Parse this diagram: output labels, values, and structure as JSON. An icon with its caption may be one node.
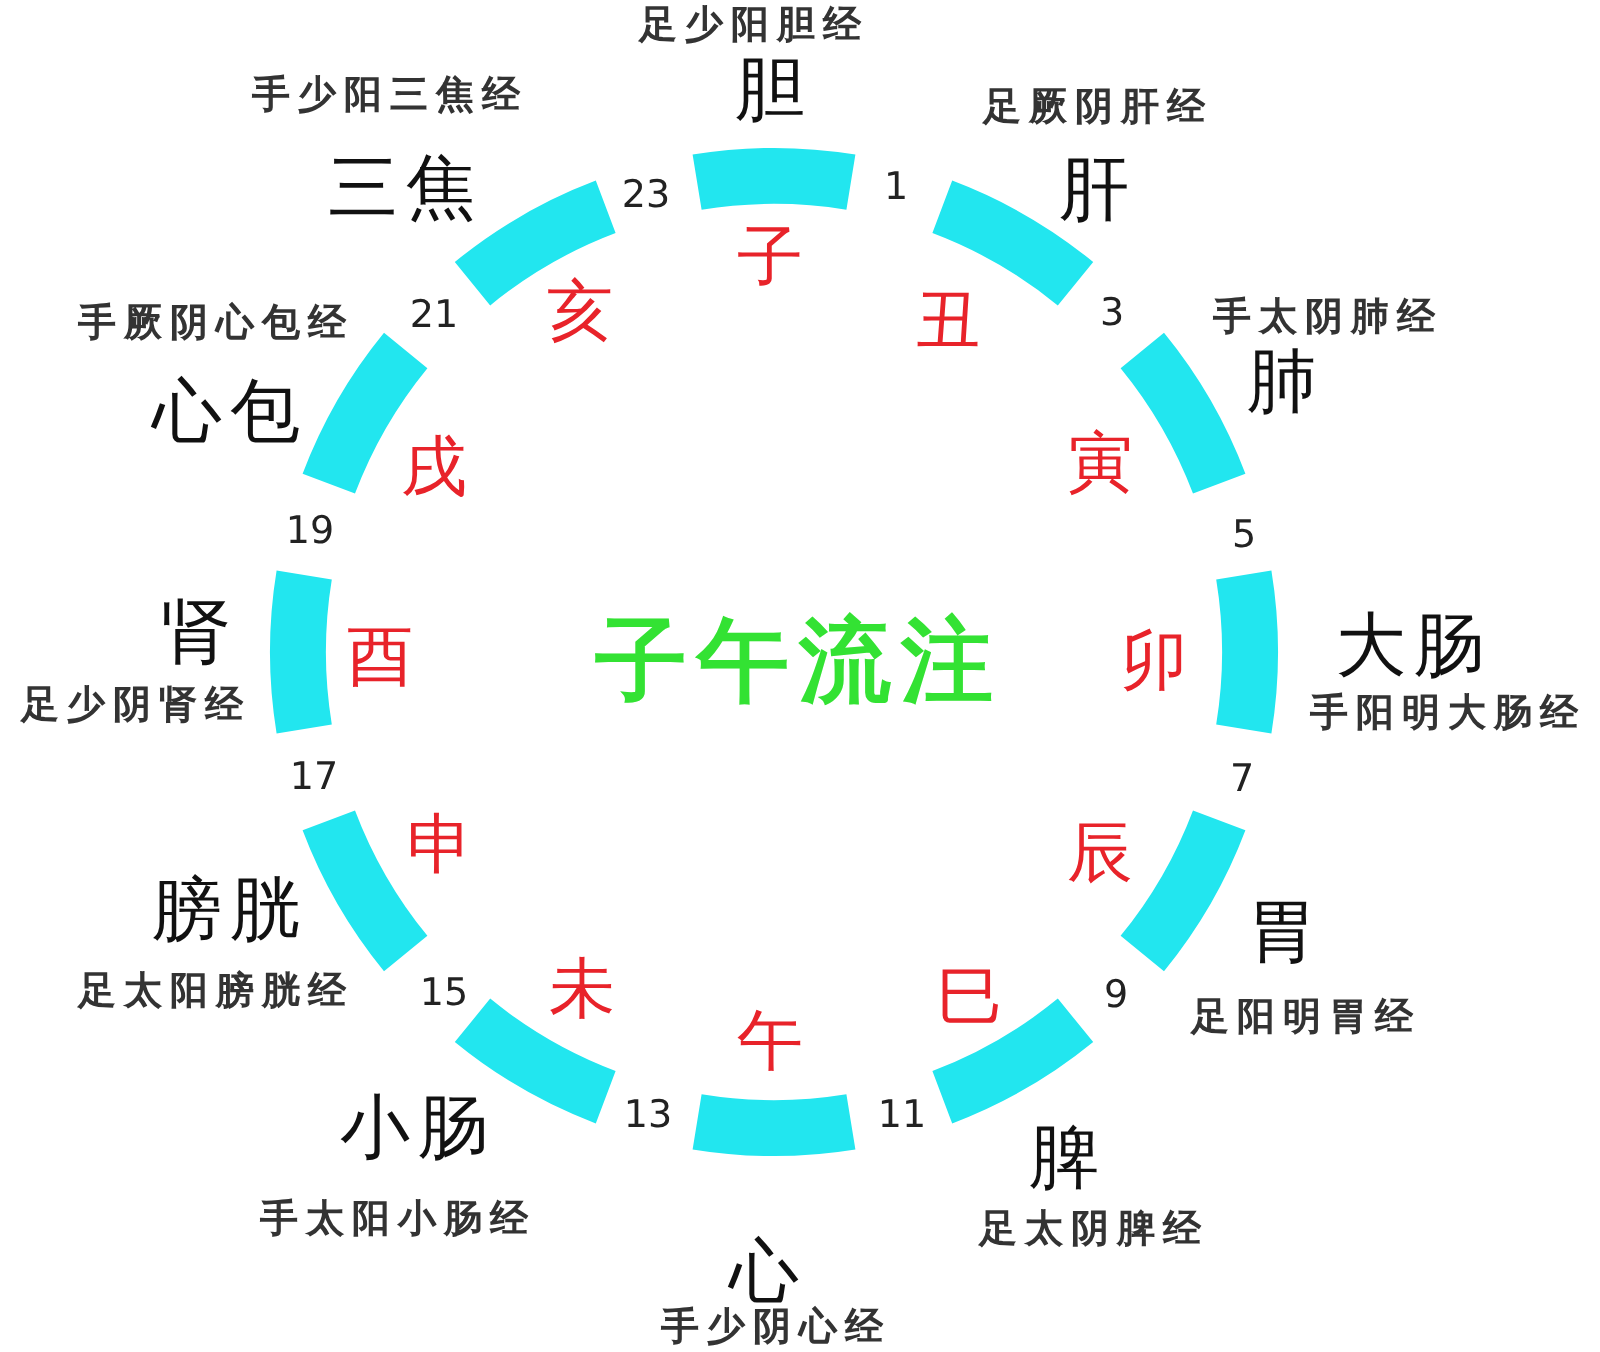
{
  "diagram": {
    "title": "子午流注",
    "nodes": [
      {
        "text": [],
        "shape": "arc"
      },
      {
        "text": [],
        "shape": "arc"
      },
      {
        "text": [],
        "shape": "arc"
      },
      {
        "text": [],
        "shape": "arc"
      },
      {
        "text": [],
        "shape": "arc"
      },
      {
        "text": [],
        "shape": "arc"
      },
      {
        "text": [],
        "shape": "arc"
      },
      {
        "text": [],
        "shape": "arc"
      },
      {
        "text": [],
        "shape": "arc"
      },
      {
        "text": [],
        "shape": "arc"
      },
      {
        "text": [],
        "shape": "arc"
      },
      {
        "text": [],
        "shape": "arc"
      }
    ],
    "labels": [
      "足少阳胆经",
      "胆",
      "子",
      "1",
      "足厥阴肝经",
      "肝",
      "丑",
      "3",
      "手太阴肺经",
      "肺",
      "寅",
      "5",
      "大肠",
      "手阳明大肠经",
      "卯",
      "7",
      "胃",
      "足阳明胃经",
      "辰",
      "9",
      "脾",
      "足太阴脾经",
      "巳",
      "11",
      "心",
      "手少阴心经",
      "午",
      "13",
      "小肠",
      "手太阳小肠经",
      "未",
      "15",
      "膀胱",
      "足太阳膀胱经",
      "申",
      "17",
      "肾",
      "足少阴肾经",
      "酉",
      "19",
      "手厥阴心包经",
      "心包",
      "戌",
      "21",
      "手少阳三焦经",
      "三焦",
      "亥",
      "23"
    ]
  }
}
